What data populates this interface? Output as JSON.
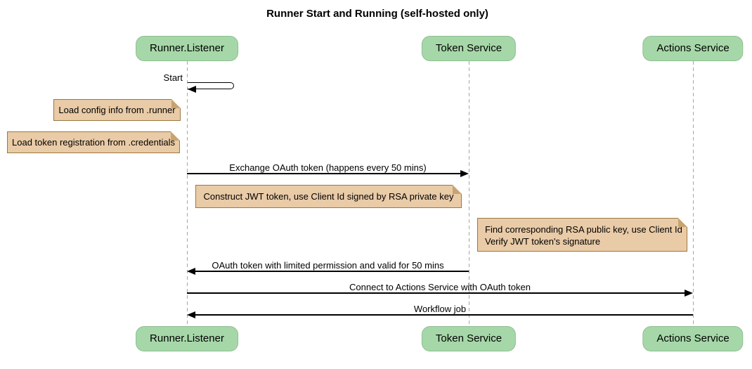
{
  "title": "Runner Start and Running (self-hosted only)",
  "diagram_type": "sequence",
  "participants": [
    {
      "name": "Runner.Listener"
    },
    {
      "name": "Token Service"
    },
    {
      "name": "Actions Service"
    }
  ],
  "messages": [
    {
      "from": "Runner.Listener",
      "to": "Runner.Listener",
      "label": "Start",
      "kind": "self"
    },
    {
      "from": "Runner.Listener",
      "to": "Token Service",
      "label": "Exchange OAuth token (happens every 50 mins)",
      "kind": "solid-right"
    },
    {
      "from": "Token Service",
      "to": "Runner.Listener",
      "label": "OAuth token with limited permission and valid for 50 mins",
      "kind": "solid-left"
    },
    {
      "from": "Runner.Listener",
      "to": "Actions Service",
      "label": "Connect to Actions Service with OAuth token",
      "kind": "solid-right"
    },
    {
      "from": "Actions Service",
      "to": "Runner.Listener",
      "label": "Workflow job",
      "kind": "solid-left"
    }
  ],
  "notes": [
    {
      "text": "Load config info from .runner",
      "position": "left of Runner.Listener"
    },
    {
      "text": "Load token registration from .credentials",
      "position": "left of Runner.Listener"
    },
    {
      "text": "Construct JWT token, use Client Id signed by RSA private key",
      "position": "over Runner.Listener to Token Service"
    },
    {
      "lines": [
        "Find corresponding RSA public key, use Client Id",
        "Verify JWT token's signature"
      ],
      "position": "left of Actions Service"
    }
  ],
  "colors": {
    "participant_fill": "#a6d7a8",
    "participant_border": "#8fbf92",
    "note_fill": "#e9cba7",
    "note_border": "#9a7943",
    "note_fold": "#c9a36f",
    "lifeline": "#a6a6a6",
    "arrow": "#000000",
    "background": "#ffffff",
    "text": "#000000"
  }
}
